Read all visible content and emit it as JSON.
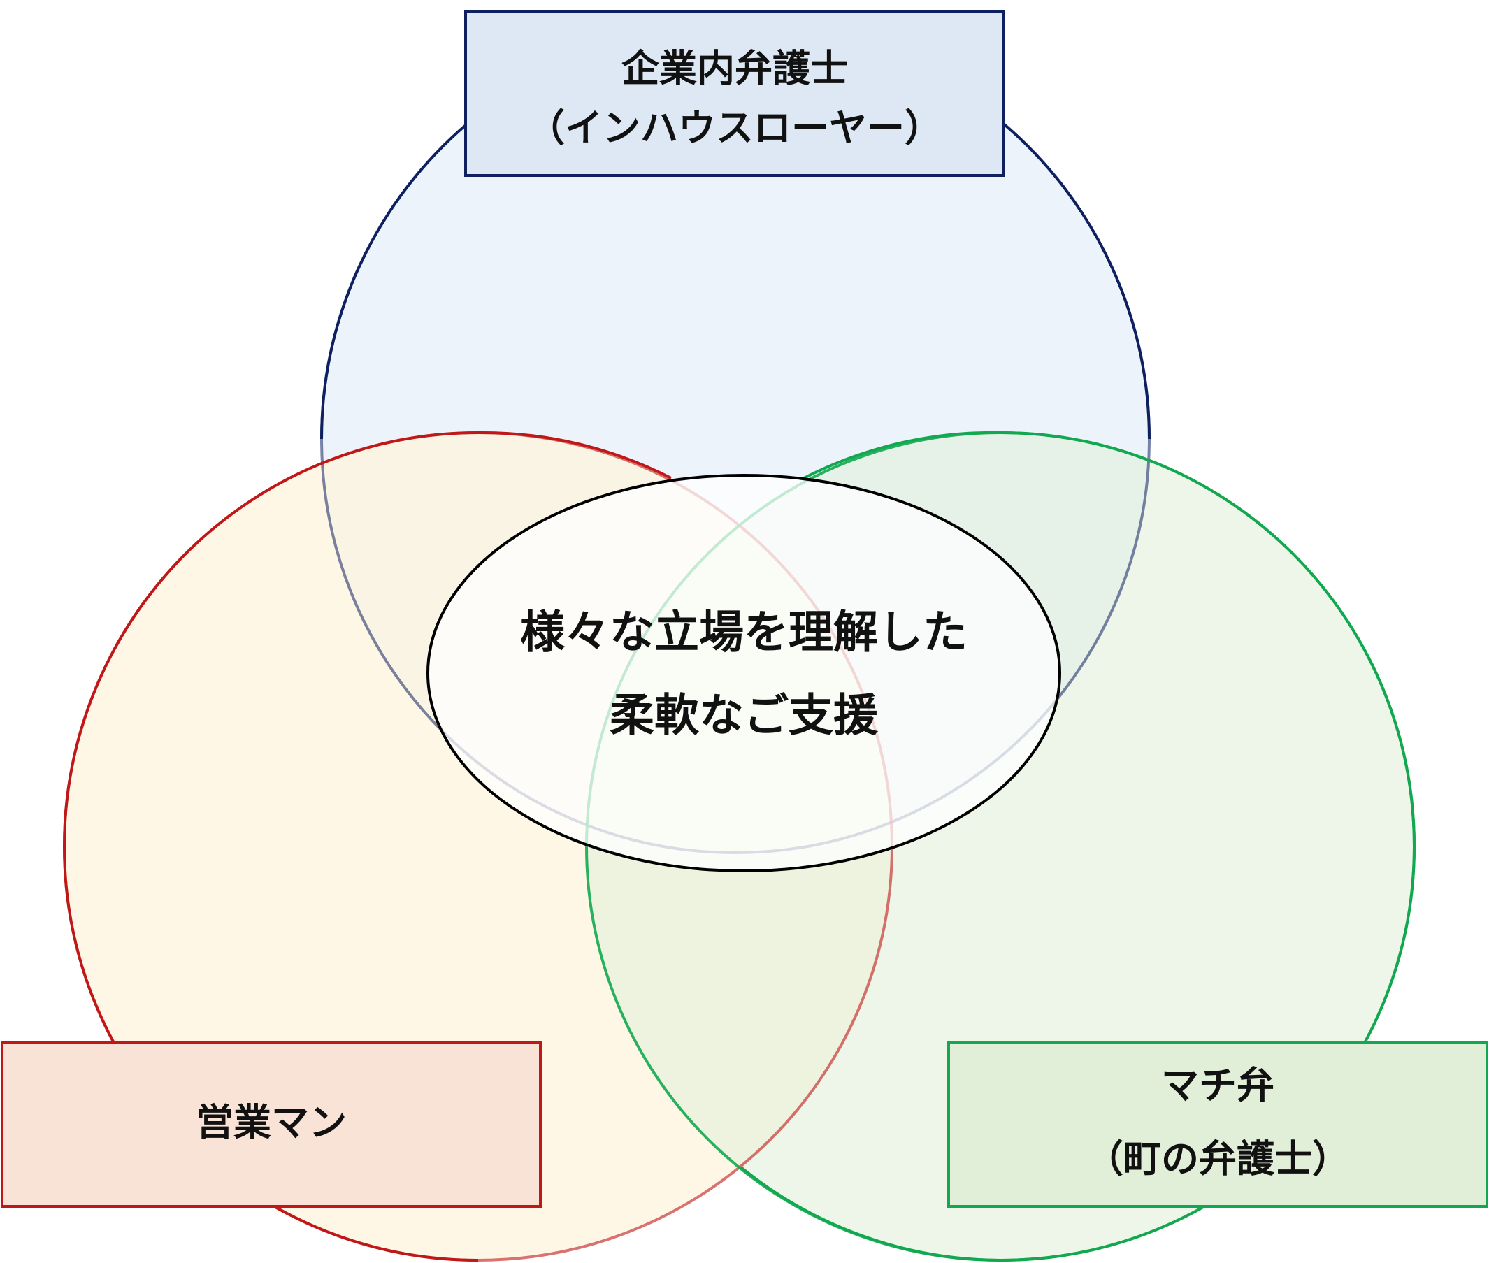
{
  "diagram": {
    "top_box": {
      "line1": "企業内弁護士",
      "line2": "（インハウスローヤー）"
    },
    "left_box": {
      "line1": "営業マン"
    },
    "right_box": {
      "line1": "マチ弁",
      "line2": "（町の弁護士）"
    },
    "center": {
      "line1": "様々な立場を理解した",
      "line2": "柔軟なご支援"
    }
  },
  "colors": {
    "blue_stroke": "#0f2060",
    "blue_fill": "#dce9f8",
    "blue_box_fill": "#dde8f4",
    "red_stroke": "#c01818",
    "yellow_fill": "#fdf4dc",
    "red_box_fill": "#f9e3d6",
    "green_stroke": "#12a850",
    "green_fill": "#e2f0dc",
    "green_box_fill": "#e1eed8",
    "center_stroke": "#000000",
    "center_fill": "#ffffff"
  }
}
